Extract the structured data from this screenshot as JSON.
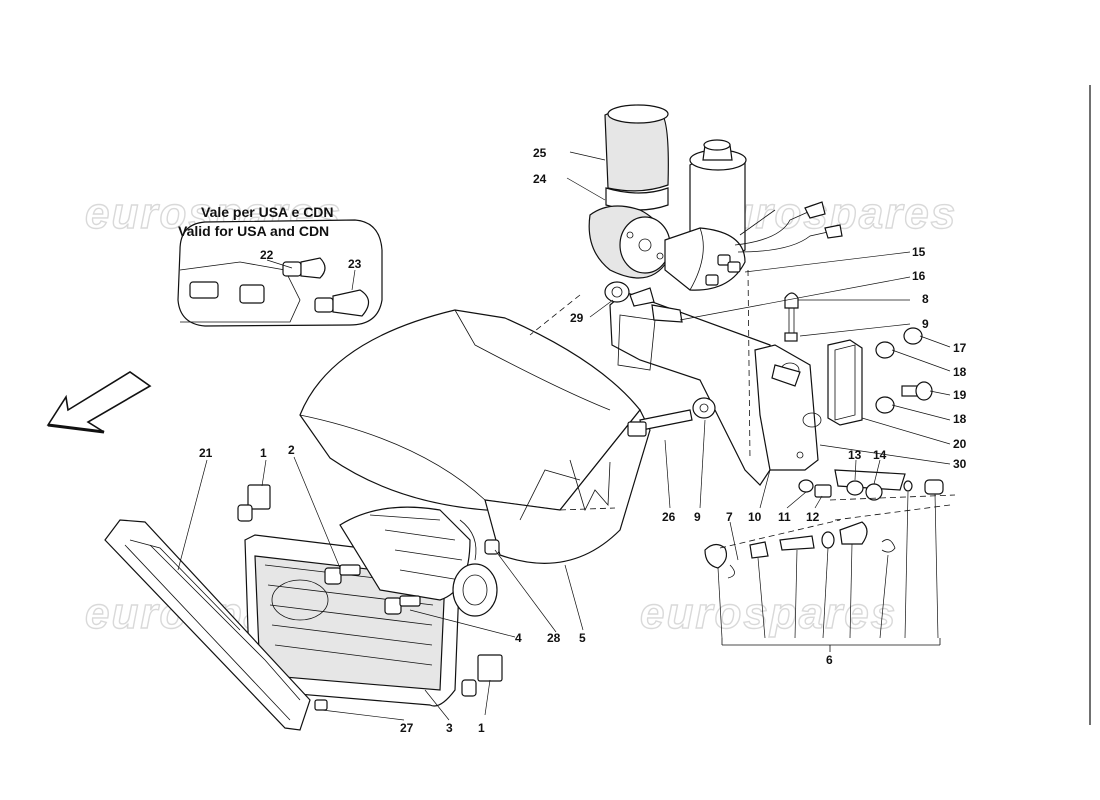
{
  "watermarks": [
    "eurospares",
    "eurospares",
    "eurospares",
    "eurospares"
  ],
  "inset": {
    "line1": "Vale per USA e CDN",
    "line2": "Valid for USA and CDN",
    "callouts": [
      "22",
      "23"
    ]
  },
  "callouts": {
    "c1a": "1",
    "c1b": "1",
    "c2": "2",
    "c3": "3",
    "c4": "4",
    "c5": "5",
    "c6": "6",
    "c7": "7",
    "c8": "8",
    "c9a": "9",
    "c9b": "9",
    "c10": "10",
    "c11": "11",
    "c12": "12",
    "c13": "13",
    "c14": "14",
    "c15": "15",
    "c16": "16",
    "c17": "17",
    "c18a": "18",
    "c18b": "18",
    "c19": "19",
    "c20": "20",
    "c21": "21",
    "c24": "24",
    "c25": "25",
    "c26": "26",
    "c27": "27",
    "c28": "28",
    "c29": "29",
    "c30": "30"
  },
  "icons": [
    "direction-arrow-icon",
    "headlight-bulb-icon",
    "pop-up-headlight-motor-icon"
  ]
}
